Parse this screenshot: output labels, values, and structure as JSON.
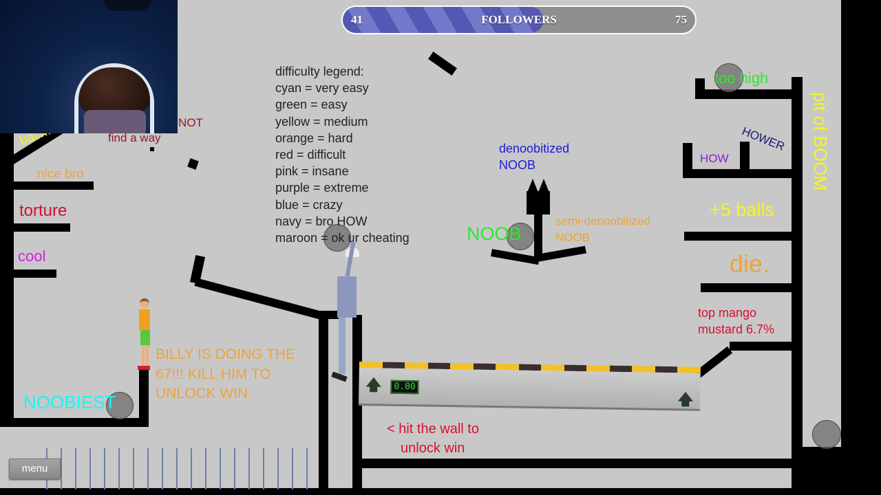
{
  "hud": {
    "followers_label": "FOLLOWERS",
    "followers_current": "41",
    "followers_goal": "75",
    "followers_progress": 0.57,
    "menu_label": "menu"
  },
  "legend": {
    "title": "difficulty legend:",
    "items": [
      "cyan = very easy",
      "green = easy",
      "yellow = medium",
      "orange = hard",
      "red = difficult",
      "pink = insane",
      "purple = extreme",
      "blue = crazy",
      "navy = bro HOW",
      "maroon = ok ur cheating"
    ]
  },
  "level_labels": {
    "backwards": "backwa",
    "not": "NOT",
    "find_a_way": "find a way",
    "nice_bro": "nice bro",
    "torture": "torture",
    "cool": "cool",
    "noobiest": "NOOBIEST",
    "billy": [
      "BILLY IS DOING THE",
      "67!!! KILL HIM TO",
      "UNLOCK WIN"
    ],
    "denoobitized": [
      "denoobitized",
      "NOOB"
    ],
    "noob": "NOOB",
    "semi_denoobitized": [
      "semi-denoobitized",
      "NOOB"
    ],
    "too_high": "too high",
    "hower": "HOWER",
    "how": "HOW",
    "pit_of_boom": "pit of BOOM",
    "plus_5_balls": "+5 balls",
    "die": "die.",
    "top_mango": [
      "top mango",
      "mustard 6.7%"
    ],
    "hit_wall": [
      "< hit the wall to",
      "unlock win"
    ]
  },
  "ramp": {
    "timer": "0.00"
  },
  "colors": {
    "cyan": "#19f5f5",
    "green": "#2ee82e",
    "yellow": "#f5f52a",
    "orange": "#eea338",
    "red": "#d6102e",
    "pink": "#d61ee0",
    "purple": "#8a22d6",
    "blue": "#1c1cd6",
    "navy": "#1a1a7a",
    "maroon": "#9a1424"
  }
}
